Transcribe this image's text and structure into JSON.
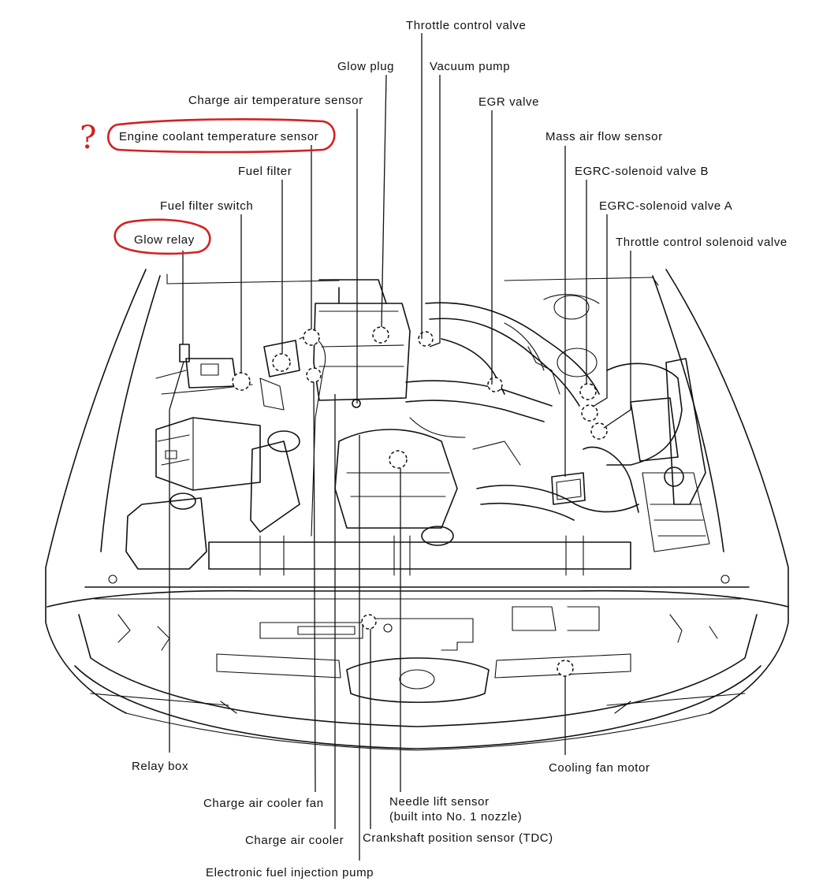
{
  "labels": {
    "throttle_control_valve": "Throttle control valve",
    "glow_plug": "Glow plug",
    "vacuum_pump": "Vacuum pump",
    "charge_air_temperature_sensor": "Charge air temperature sensor",
    "egr_valve": "EGR valve",
    "engine_coolant_temperature_sensor": "Engine coolant temperature sensor",
    "mass_air_flow_sensor": "Mass air flow sensor",
    "fuel_filter": "Fuel filter",
    "egrc_solenoid_valve_b": "EGRC-solenoid valve B",
    "fuel_filter_switch": "Fuel filter switch",
    "egrc_solenoid_valve_a": "EGRC-solenoid valve A",
    "glow_relay": "Glow relay",
    "throttle_control_solenoid_valve": "Throttle control solenoid valve",
    "relay_box": "Relay box",
    "cooling_fan_motor": "Cooling fan motor",
    "charge_air_cooler_fan": "Charge air cooler fan",
    "needle_lift_sensor_line1": "Needle lift sensor",
    "needle_lift_sensor_line2": "(built into No. 1 nozzle)",
    "charge_air_cooler": "Charge air cooler",
    "crankshaft_position_sensor": "Crankshaft position sensor (TDC)",
    "electronic_fuel_injection_pump": "Electronic fuel injection pump"
  },
  "annotations": {
    "question_mark": "?",
    "highlight_color": "#d42020",
    "highlighted": [
      "Engine coolant temperature sensor",
      "Glow relay"
    ]
  }
}
